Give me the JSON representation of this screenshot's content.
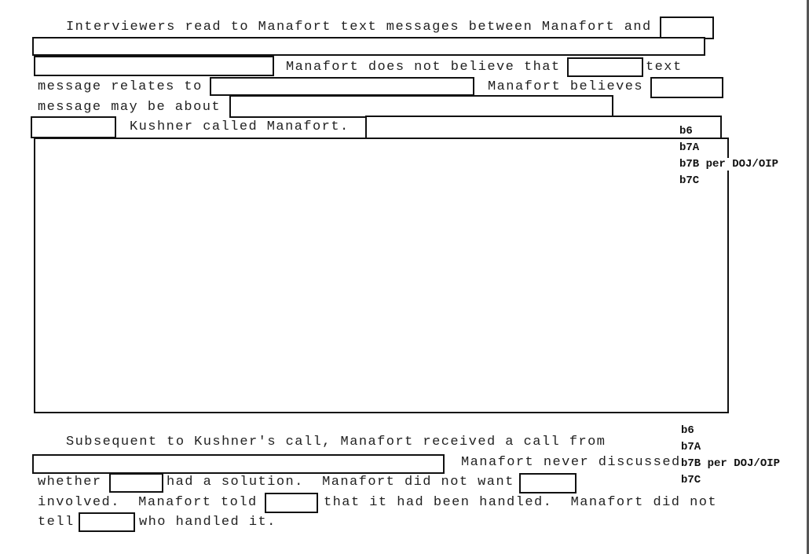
{
  "document": {
    "paragraph1": {
      "line1": "Interviewers read to Manafort text messages between Manafort and",
      "line3a": "Manafort does not believe that",
      "line3b": "text",
      "line4a": "message relates to",
      "line4b": "Manafort believes",
      "line5": "message may be about",
      "line6": "Kushner called Manafort."
    },
    "paragraph2": {
      "line1": "Subsequent to Kushner's call, Manafort received a call from",
      "line2": "Manafort never discussed",
      "line3a": "whether",
      "line3b": "had a solution.  Manafort did not want",
      "line4a": "involved.  Manafort told",
      "line4b": "that it had been handled.  Manafort did not",
      "line5a": "tell",
      "line5b": "who handled it."
    },
    "exemptions_top": [
      "b6",
      "b7A",
      "b7B per DOJ/OIP",
      "b7C"
    ],
    "exemptions_bottom": [
      "b6",
      "b7A",
      "b7B per DOJ/OIP",
      "b7C"
    ]
  }
}
